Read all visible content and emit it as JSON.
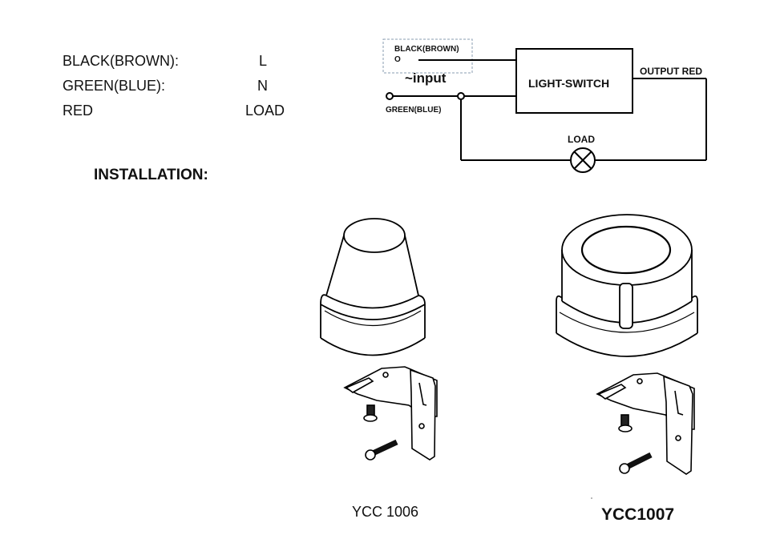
{
  "wire_legend": [
    {
      "wire": "BLACK(BROWN):",
      "terminal": "L"
    },
    {
      "wire": "GREEN(BLUE):",
      "terminal": "N"
    },
    {
      "wire": "RED",
      "terminal": "LOAD"
    }
  ],
  "section_title": "INSTALLATION:",
  "wiring_diagram": {
    "input_top_label": "BLACK(BROWN)",
    "input_top_terminal": "O",
    "input_label": "~input",
    "input_bottom_label": "GREEN(BLUE)",
    "switch_label": "LIGHT-SWITCH",
    "output_label": "OUTPUT RED",
    "load_label": "LOAD"
  },
  "products": [
    {
      "model": "YCC 1006"
    },
    {
      "model": "YCC1007"
    }
  ]
}
